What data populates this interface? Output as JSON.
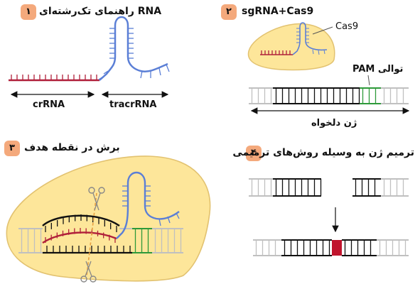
{
  "panels": [
    {
      "number": "۱",
      "title": "RNA راهنمای تک‌رشته‌ای",
      "labels": {
        "left": "crRNA",
        "right": "tracrRNA"
      }
    },
    {
      "number": "۲",
      "title": "sgRNA+Cas9",
      "labels": {
        "protein": "Cas9",
        "pam": "توالی PAM",
        "gene": "ژن دلخواه"
      }
    },
    {
      "number": "۳",
      "title": "برش در نقطه هدف"
    },
    {
      "number": "۴",
      "title": "ترمیم ژن به وسیله روش‌های ترمیمی"
    }
  ],
  "colors": {
    "crRNA": "#b0203a",
    "tracrRNA": "#5b7fd6",
    "dna_target": "#111111",
    "dna_other": "#c0c0c0",
    "pam": "#2e9a3a",
    "protein_fill": "#fde69a",
    "protein_stroke": "#e2c270",
    "badge": "#f4a97c",
    "repair": "#c0142d",
    "scissors": "#888888",
    "cut_line": "#e8a040"
  }
}
